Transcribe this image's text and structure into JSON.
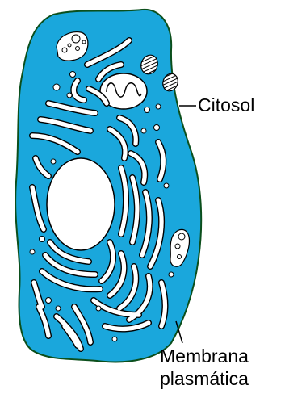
{
  "labels": {
    "cytosol": "Citosol",
    "membrane_line1": "Membrana",
    "membrane_line2": "plasmática"
  },
  "colors": {
    "cytoplasm": "#1aa7dc",
    "outline": "#0b4f1c",
    "organelle": "#ffffff",
    "stroke": "#000000"
  }
}
